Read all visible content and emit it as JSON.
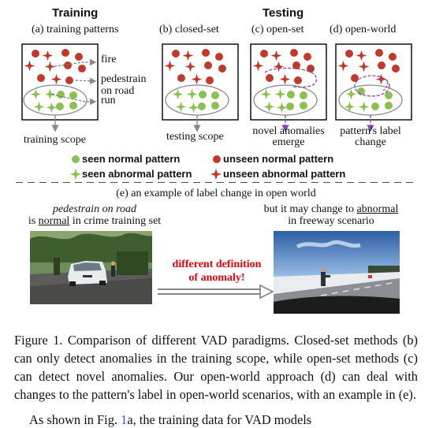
{
  "headers": {
    "training": "Training",
    "testing": "Testing"
  },
  "panels": {
    "a": "(a) training patterns",
    "b": "(b) closed-set",
    "c": "(c) open-set",
    "d": "(d) open-world"
  },
  "labels": {
    "fire": "fire",
    "pedestrain": "pedestrain",
    "on_road": "on road",
    "run": "run",
    "training_scope": "training scope",
    "testing_scope": "testing scope",
    "novel_1": "novel anomalies",
    "novel_2": "emerge",
    "pattern_1": "pattern's label",
    "pattern_2": "change"
  },
  "legend": {
    "seen_normal": "seen normal pattern",
    "unseen_normal": "unseen normal pattern",
    "seen_abnormal": "seen abnormal pattern",
    "unseen_abnormal": "unseen abnormal pattern"
  },
  "example": {
    "title": "(e) an example of label change in open world",
    "left_1": "pedestrain on road",
    "left_2a": "is ",
    "left_2b": "normal",
    "left_2c": " in crime training set",
    "right_1a": "but it may change to ",
    "right_1b": "abnormal",
    "right_2": "in freeway scenario",
    "middle_1": "different definition",
    "middle_2": "of anomaly!"
  },
  "caption": {
    "fig": "Figure 1.",
    "text": " Comparison of different VAD paradigms. Closed-set methods (b) can only detect anomalies in the training scope, while open-set methods (c) can detect novel anomalies. Our open-world approach (d) can deal with changes to the pattern's label in open-world scenarios, with an example in (e).",
    "next_pre": "As shown in Fig. ",
    "next_ref": "1",
    "next_post": "a, the training data for VAD models"
  },
  "colors": {
    "red": "#c0392b",
    "green": "#8cc152",
    "purple": "#8e44ad",
    "gray": "#888888",
    "highlight": "#e8000b"
  },
  "icons": [
    "circle-icon",
    "star-icon",
    "arrow-icon"
  ]
}
